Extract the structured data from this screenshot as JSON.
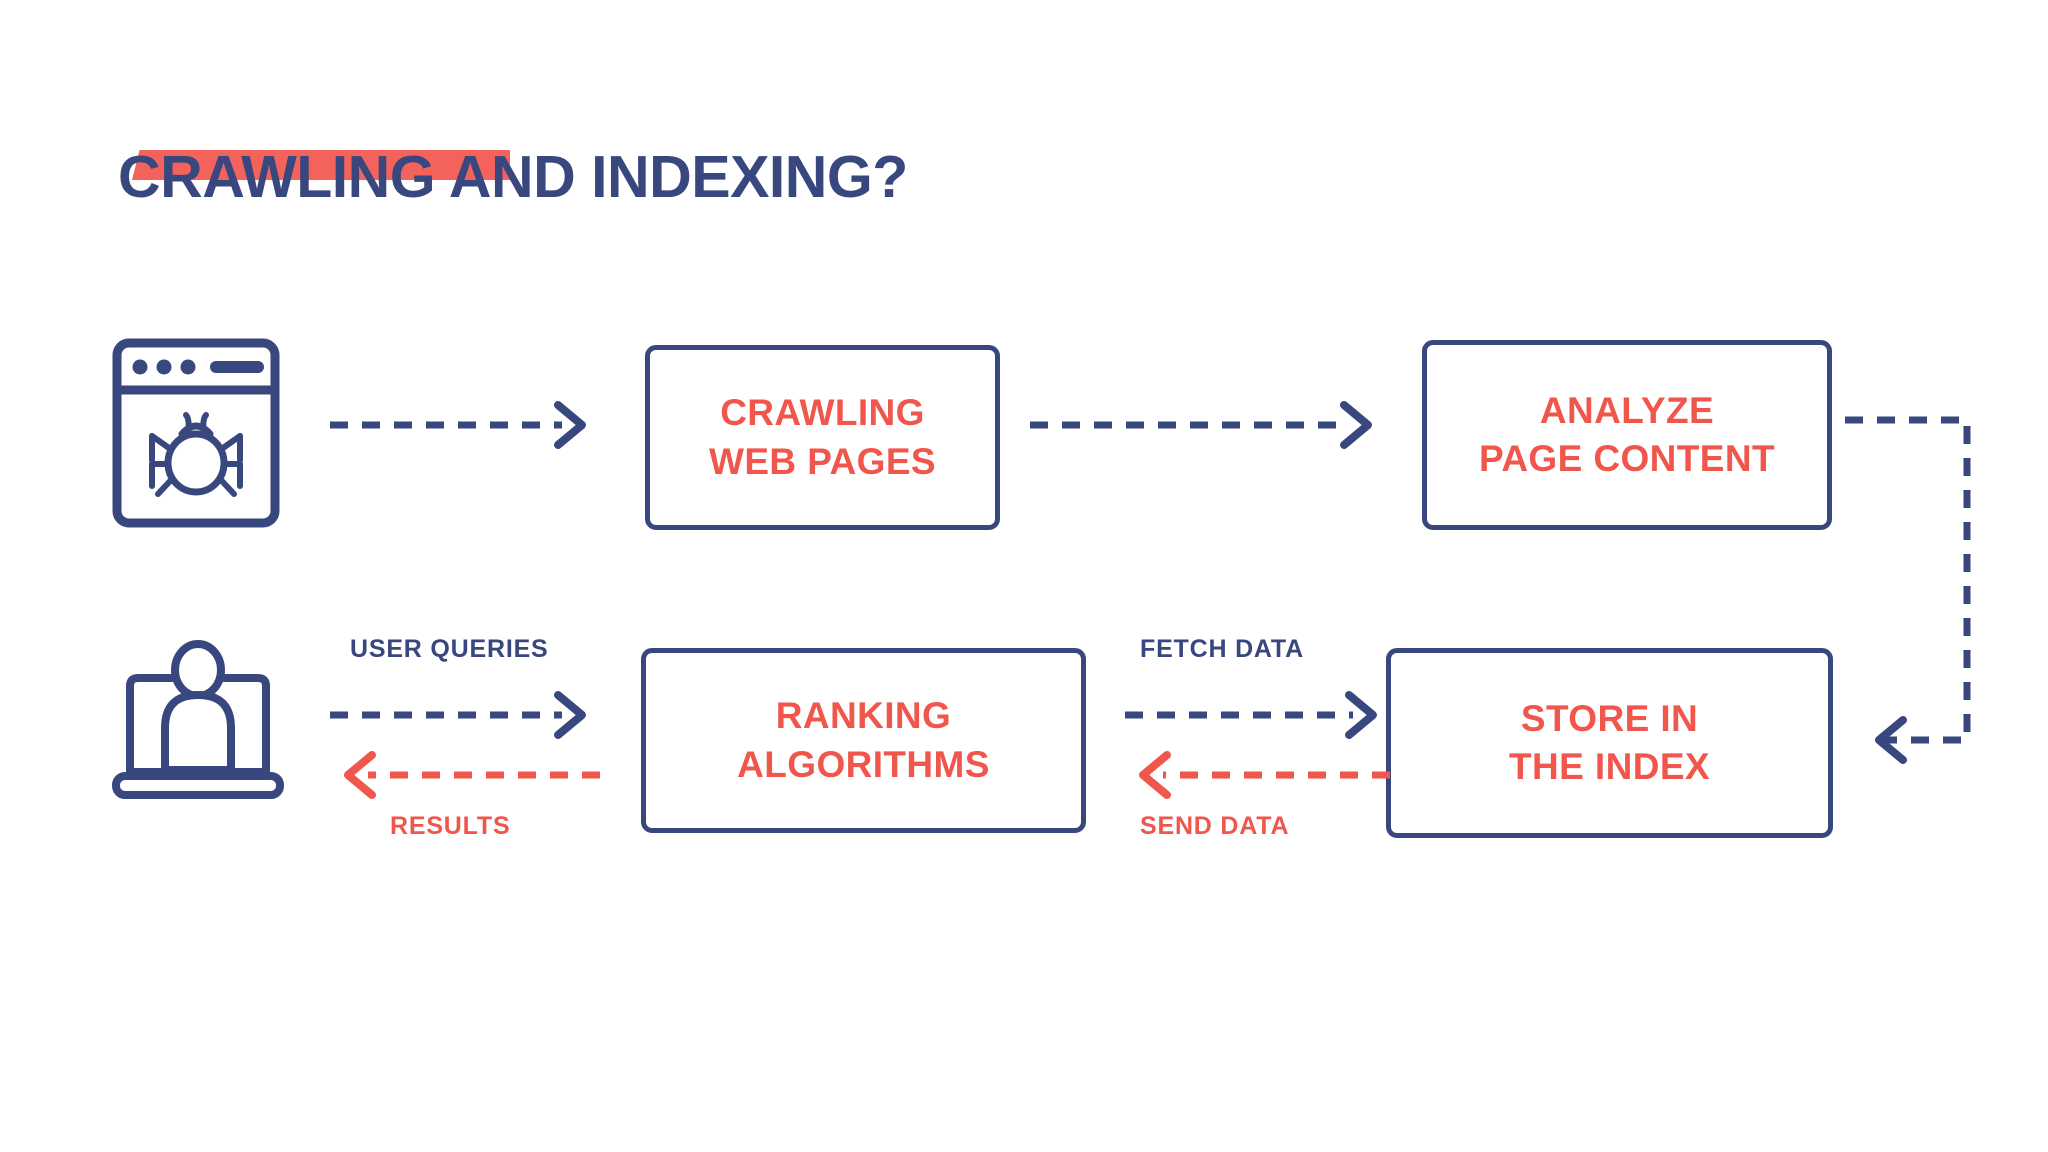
{
  "title": {
    "text": "CRAWLING AND INDEXING?",
    "highlight_color": "#f4625c",
    "text_color": "#39477f"
  },
  "colors": {
    "navy": "#39477f",
    "coral": "#f0564b",
    "background": "#ffffff"
  },
  "icons": {
    "browser_bug": "browser-bug-icon",
    "user_laptop": "user-laptop-icon"
  },
  "nodes": [
    {
      "id": "crawling",
      "label": "CRAWLING\nWEB PAGES"
    },
    {
      "id": "analyze",
      "label": "ANALYZE\nPAGE CONTENT"
    },
    {
      "id": "ranking",
      "label": "RANKING\nALGORITHMS"
    },
    {
      "id": "store",
      "label": "STORE IN\nTHE INDEX"
    }
  ],
  "edge_labels": {
    "user_queries": "USER QUERIES",
    "results": "RESULTS",
    "fetch_data": "FETCH DATA",
    "send_data": "SEND DATA"
  },
  "chart_data": {
    "type": "diagram",
    "title": "CRAWLING AND INDEXING?",
    "nodes": [
      {
        "id": "spider",
        "label": "browser-bug-icon",
        "kind": "icon",
        "row": 1
      },
      {
        "id": "crawling",
        "label": "CRAWLING WEB PAGES",
        "kind": "box",
        "row": 1
      },
      {
        "id": "analyze",
        "label": "ANALYZE PAGE CONTENT",
        "kind": "box",
        "row": 1
      },
      {
        "id": "user",
        "label": "user-laptop-icon",
        "kind": "icon",
        "row": 2
      },
      {
        "id": "ranking",
        "label": "RANKING ALGORITHMS",
        "kind": "box",
        "row": 2
      },
      {
        "id": "store",
        "label": "STORE IN THE INDEX",
        "kind": "box",
        "row": 2
      }
    ],
    "edges": [
      {
        "from": "spider",
        "to": "crawling",
        "label": "",
        "style": "dashed",
        "color": "#39477f"
      },
      {
        "from": "crawling",
        "to": "analyze",
        "label": "",
        "style": "dashed",
        "color": "#39477f"
      },
      {
        "from": "analyze",
        "to": "store",
        "label": "",
        "style": "dashed",
        "color": "#39477f"
      },
      {
        "from": "store",
        "to": "ranking",
        "label": "SEND DATA",
        "style": "dashed",
        "color": "#f0564b"
      },
      {
        "from": "ranking",
        "to": "store",
        "label": "FETCH DATA",
        "style": "dashed",
        "color": "#39477f"
      },
      {
        "from": "user",
        "to": "ranking",
        "label": "USER QUERIES",
        "style": "dashed",
        "color": "#39477f"
      },
      {
        "from": "ranking",
        "to": "user",
        "label": "RESULTS",
        "style": "dashed",
        "color": "#f0564b"
      }
    ]
  }
}
